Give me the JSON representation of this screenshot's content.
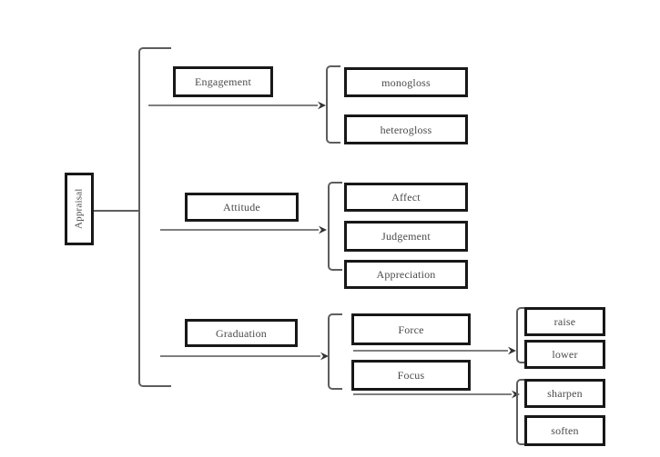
{
  "diagram": {
    "title": "Appraisal",
    "type": "hierarchy-tree",
    "colors": {
      "background": "#ffffff",
      "box_border": "#1a1a1a",
      "text": "#4a4a4a",
      "bracket": "#5d5d5d",
      "arrow": "#555555"
    },
    "root": {
      "label": "Appraisal",
      "orientation": "vertical"
    },
    "branches": [
      {
        "label": "Engagement",
        "children": [
          {
            "label": "monogloss"
          },
          {
            "label": "heterogloss"
          }
        ]
      },
      {
        "label": "Attitude",
        "children": [
          {
            "label": "Affect"
          },
          {
            "label": "Judgement"
          },
          {
            "label": "Appreciation"
          }
        ]
      },
      {
        "label": "Graduation",
        "children": [
          {
            "label": "Force",
            "grandchildren": [
              {
                "label": "raise"
              },
              {
                "label": "lower"
              }
            ]
          },
          {
            "label": "Focus",
            "grandchildren": [
              {
                "label": "sharpen"
              },
              {
                "label": "soften"
              }
            ]
          }
        ]
      }
    ]
  }
}
